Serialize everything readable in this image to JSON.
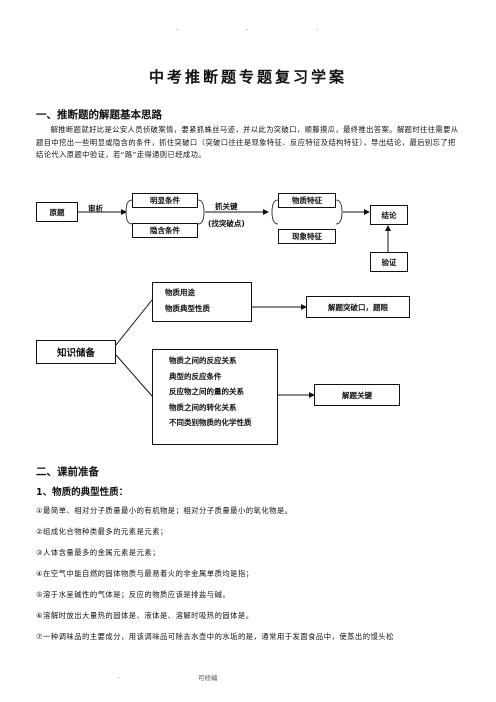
{
  "header": {
    "marks": [
      ".",
      ".",
      "."
    ]
  },
  "title": "中考推断题专题复习学案",
  "section1": {
    "heading": "一、推断题的解题基本思路",
    "paragraph": "解推断题就好比是公安人员侦破案情，要紧抓蛛丝马迹，并以此为突破口，顺藤摸瓜，最终推出答案。解题时往往需要从题目中挖出一些明显或隐含的条件，抓住突破口（突破口往往是现象特征、反应特征及结构特征），导出结论，最后别忘了把结论代入原题中验证，若“路”走得通则已经成功。"
  },
  "flow": {
    "original": "原题",
    "review": "审析",
    "explicit": "明显条件",
    "hidden": "隐含条件",
    "grab_key": "抓关键",
    "breakthrough": "(找突破点)",
    "material_feature": "物质特征",
    "phenomenon_feature": "现象特征",
    "conclusion": "结论",
    "verify": "验证"
  },
  "knowledge": {
    "label": "知识储备",
    "group1": [
      "物质用途",
      "物质典型性质"
    ],
    "group1_result": "解题突破口，题眼",
    "group2": [
      "物质之间的反应关系",
      "典型的反应条件",
      "反应物之间的量的关系",
      "物质之间的转化关系",
      "不同类别物质的化学性质"
    ],
    "group2_result": "解题关键"
  },
  "section2": {
    "heading": "二、课前准备",
    "subheading": "1、物质的典型性质：",
    "items": [
      "①最简单、相对分子质量最小的有机物是；相对分子质量最小的氧化物是。",
      "②组成化合物种类最多的元素是元素；",
      "③人体含量最多的金属元素是元素；",
      "④在空气中能自燃的固体物质与最易着火的非金属单质均是指；",
      "⑤溶于水呈碱性的气体是；反应的物质应该是排盐与碱。",
      "⑥溶解时放出大量热的固体是、液体是、溶解时吸热的固体是。",
      "⑦一种调味品的主要成分，用该调味品可除去水壶中的水垢的是，通常用于发面食品中，使蒸出的馒头松"
    ]
  },
  "footer": {
    "left": ".",
    "right": "可修编"
  }
}
